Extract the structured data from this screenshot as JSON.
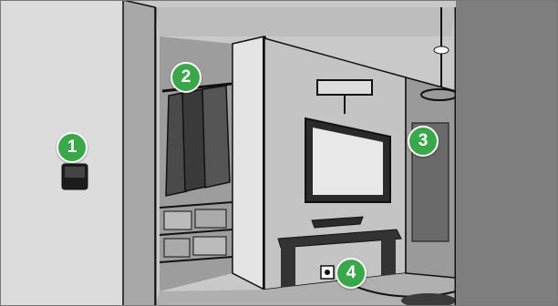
{
  "markers": [
    {
      "label": "1",
      "object": "wall-switch"
    },
    {
      "label": "2",
      "object": "closet-ceiling-light"
    },
    {
      "label": "3",
      "object": "bedroom-wall-light"
    },
    {
      "label": "4",
      "object": "power-outlet"
    }
  ],
  "colors": {
    "marker_fill": "#3aa84a",
    "marker_border": "#ffffff",
    "wall_light": "#dcdcdc",
    "wall_mid": "#a9a9a9",
    "wall_dark": "#7e7e7e",
    "line": "#111111"
  }
}
